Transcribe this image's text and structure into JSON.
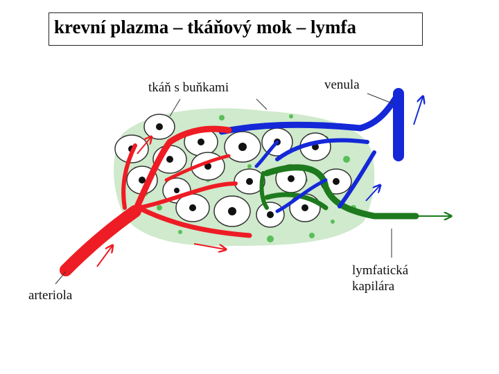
{
  "title": "krevní plazma – tkáňový mok – lymfa",
  "labels": {
    "tissue": "tkáň s buňkami",
    "venule": "venula",
    "arteriole": "arteriola",
    "lymph_line1": "lymfatická",
    "lymph_line2": "kapilára"
  },
  "colors": {
    "arterial": "#ee1c24",
    "venous": "#1428d8",
    "lymphatic": "#1d7a1d",
    "tissue_fluid": "#3cb43c",
    "cell_nucleus": "#111111"
  }
}
